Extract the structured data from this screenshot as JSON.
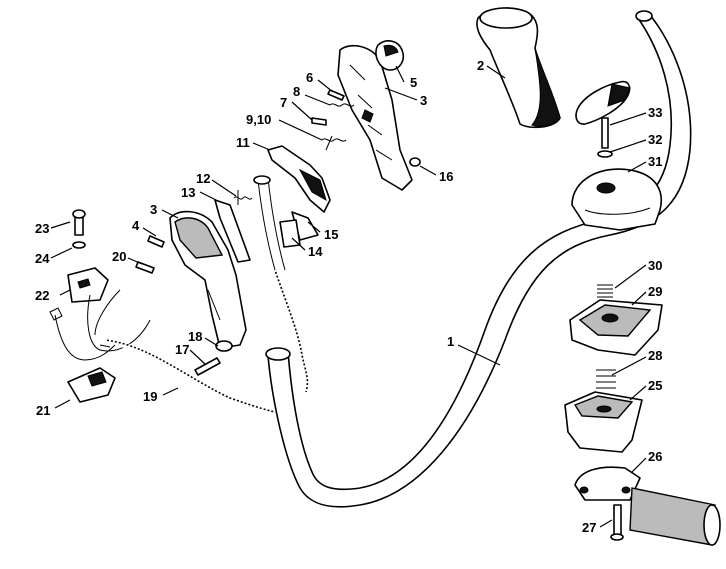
{
  "diagram": {
    "labels": [
      "1",
      "2",
      "3",
      "3",
      "4",
      "5",
      "6",
      "7",
      "8",
      "9,10",
      "11",
      "12",
      "13",
      "14",
      "15",
      "16",
      "17",
      "18",
      "19",
      "20",
      "21",
      "22",
      "23",
      "24",
      "25",
      "26",
      "27",
      "28",
      "29",
      "30",
      "31",
      "32",
      "33"
    ]
  }
}
